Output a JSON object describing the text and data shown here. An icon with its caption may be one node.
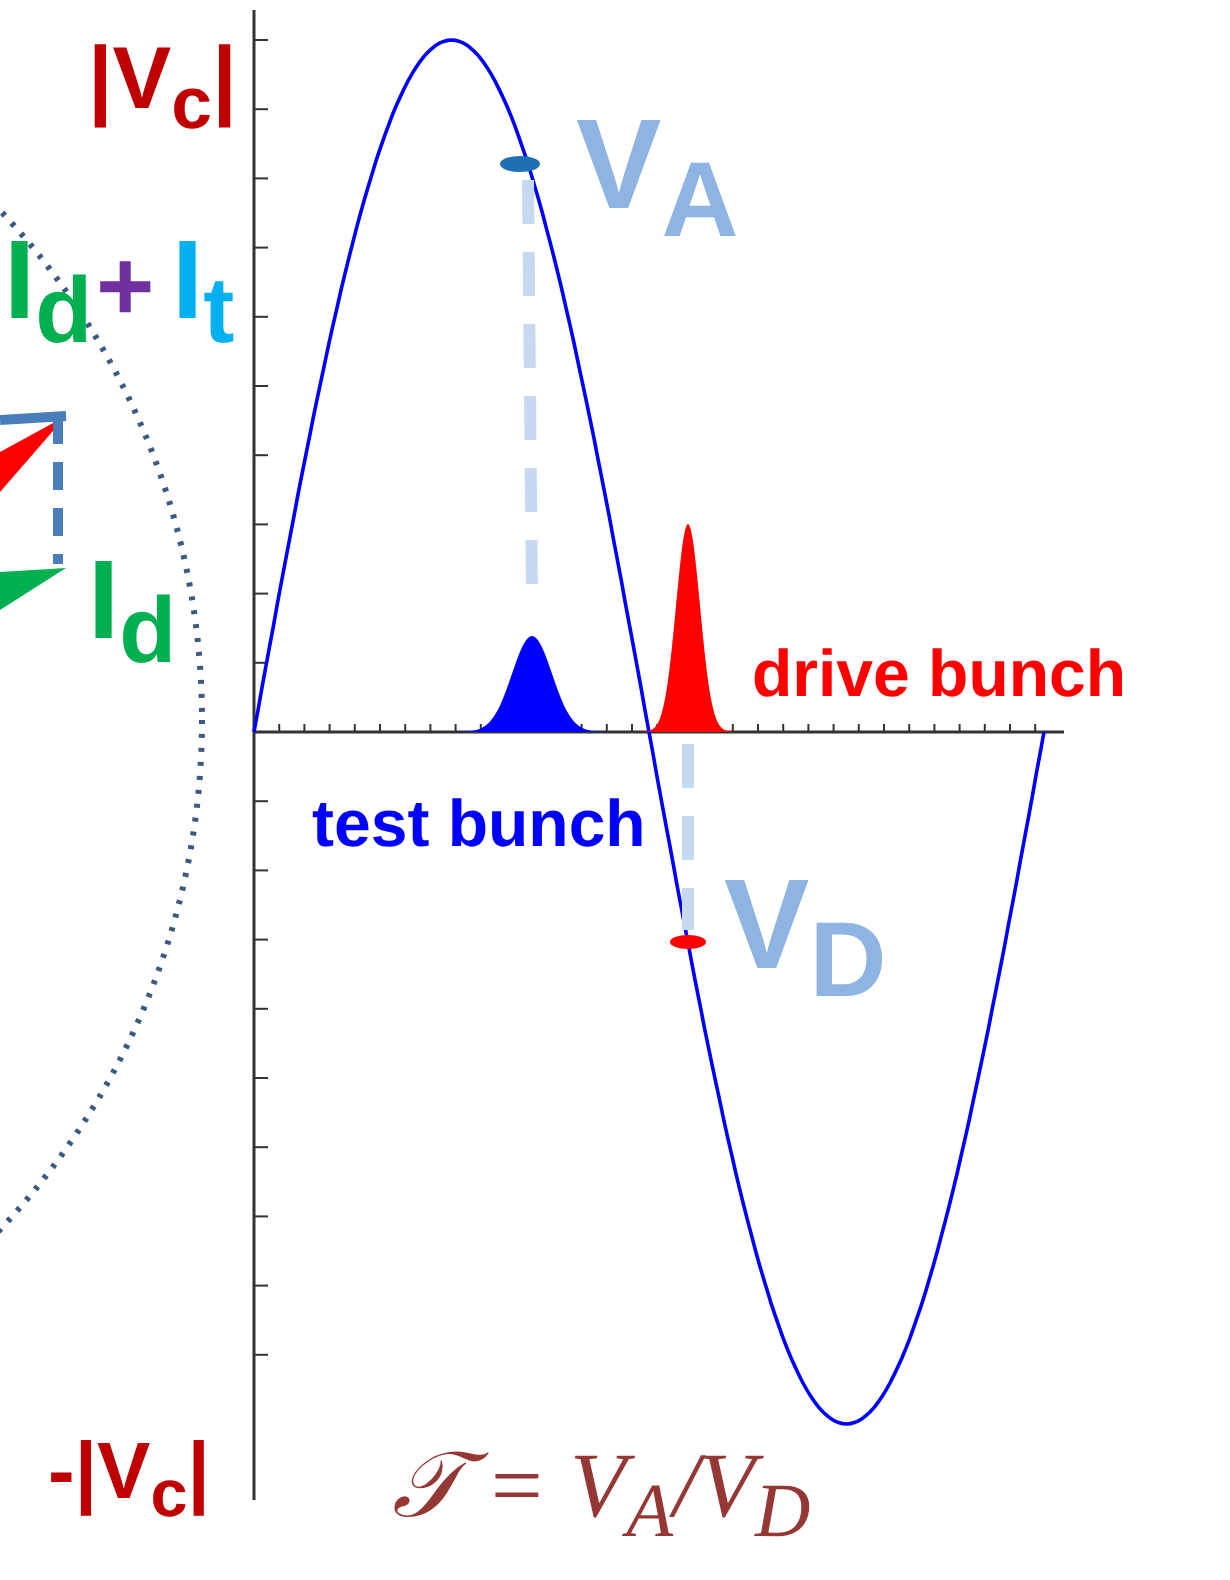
{
  "diagram": {
    "labels": [
      "|V$_{c}$|",
      "I$_{d}$",
      "+",
      "I$_{t}$",
      "V$_{A}$",
      "I$_{d}$",
      "drive bunch",
      "test bunch",
      "V$_{D}$",
      "-|V$_{c}$|",
      "𝒯 = V$_{A}$/V$_{D}$"
    ]
  }
}
